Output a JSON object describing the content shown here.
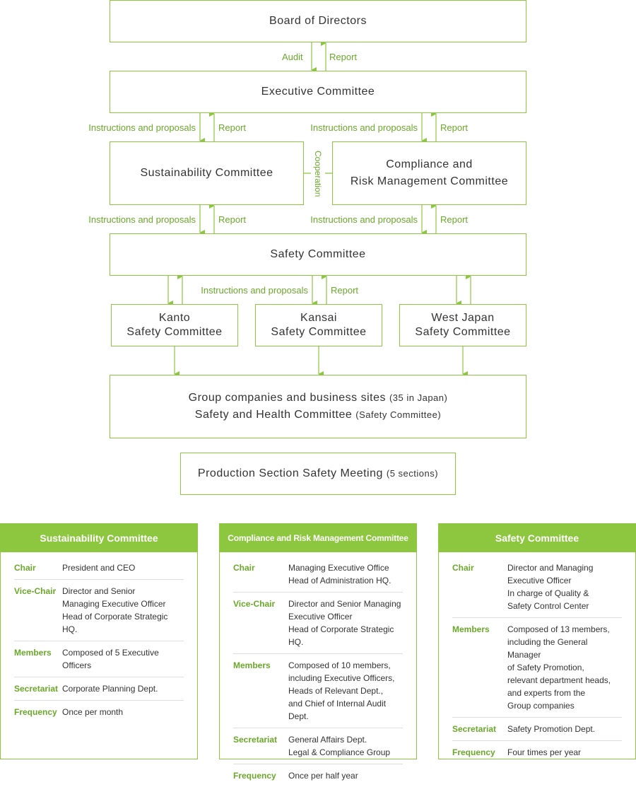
{
  "chart": {
    "board": "Board of Directors",
    "executive": "Executive Committee",
    "sustainability": "Sustainability Committee",
    "compliance_l1": "Compliance and",
    "compliance_l2": "Risk Management Committee",
    "cooperation": "Cooperation",
    "safety": "Safety Committee",
    "kanto_l1": "Kanto",
    "kanto_l2": "Safety Committee",
    "kansai_l1": "Kansai",
    "kansai_l2": "Safety Committee",
    "westjapan_l1": "West Japan",
    "westjapan_l2": "Safety Committee",
    "group_l1": "Group companies and business sites",
    "group_l1_note": "(35 in Japan)",
    "group_l2": "Safety and Health Committee",
    "group_l2_note": "(Safety Committee)",
    "production": "Production Section Safety Meeting",
    "production_note": "(5 sections)",
    "label_audit": "Audit",
    "label_report": "Report",
    "label_instructions": "Instructions and proposals"
  },
  "panels": [
    {
      "title": "Sustainability Committee",
      "rows": [
        {
          "key": "Chair",
          "value": "President and CEO"
        },
        {
          "key": "Vice-Chair",
          "value": "Director and Senior\nManaging Executive Officer\nHead of Corporate Strategic HQ."
        },
        {
          "key": "Members",
          "value": "Composed of 5 Executive Officers"
        },
        {
          "key": "Secretariat",
          "value": "Corporate Planning Dept."
        },
        {
          "key": "Frequency",
          "value": "Once per month"
        }
      ]
    },
    {
      "title": "Compliance and Risk Management Committee",
      "rows": [
        {
          "key": "Chair",
          "value": "Managing Executive Office\nHead of Administration HQ."
        },
        {
          "key": "Vice-Chair",
          "value": "Director and Senior Managing\nExecutive Officer\nHead of Corporate Strategic HQ."
        },
        {
          "key": "Members",
          "value": "Composed of 10 members,\nincluding Executive Officers,\nHeads of Relevant Dept.,\nand Chief of Internal Audit Dept."
        },
        {
          "key": "Secretariat",
          "value": "General Affairs Dept.\nLegal & Compliance Group"
        },
        {
          "key": "Frequency",
          "value": "Once per half year"
        }
      ]
    },
    {
      "title": "Safety Committee",
      "rows": [
        {
          "key": "Chair",
          "value": "Director and Managing\nExecutive Officer\nIn charge of Quality &\nSafety Control Center"
        },
        {
          "key": "Members",
          "value": "Composed of 13 members,\nincluding the General Manager\nof Safety Promotion,\nrelevant department heads,\nand experts from the\nGroup companies"
        },
        {
          "key": "Secretariat",
          "value": "Safety Promotion Dept."
        },
        {
          "key": "Frequency",
          "value": "Four times per year"
        }
      ]
    }
  ],
  "colors": {
    "accent": "#8dc63f",
    "label": "#6aa82a"
  }
}
